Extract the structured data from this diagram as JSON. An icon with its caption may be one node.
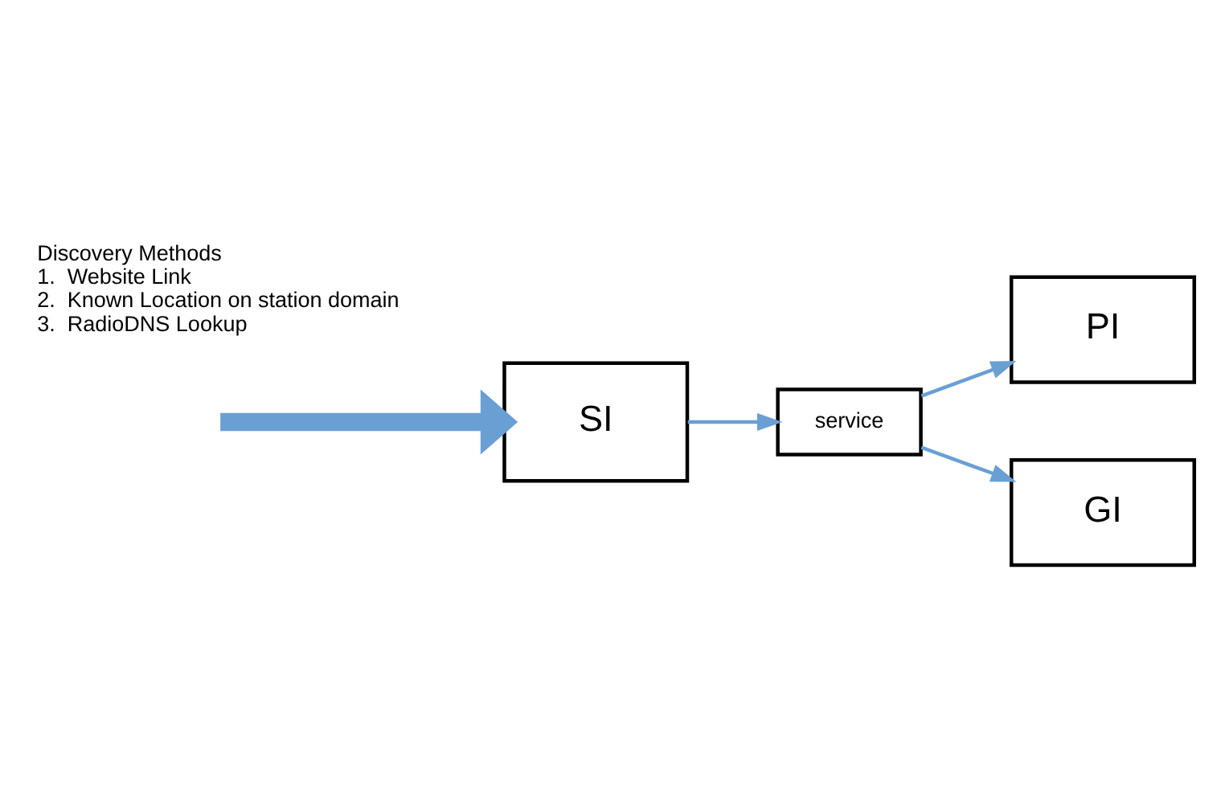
{
  "diagram": {
    "nodes": [
      {
        "text": [
          "SI"
        ]
      },
      {
        "text": [
          "service"
        ]
      },
      {
        "text": [
          "PI"
        ]
      },
      {
        "text": [
          "GI"
        ]
      }
    ],
    "edges": [
      {
        "from": null,
        "to": 0,
        "arrow": "to",
        "style": "thick"
      },
      {
        "from": 0,
        "to": 1,
        "arrow": "to"
      },
      {
        "from": 1,
        "to": 2,
        "arrow": "to"
      },
      {
        "from": 1,
        "to": 3,
        "arrow": "to"
      }
    ],
    "labels": [
      "Discovery Methods",
      "1.  Website Link",
      "2.  Known Location on station domain",
      "3.  RadioDNS Lookup"
    ]
  }
}
